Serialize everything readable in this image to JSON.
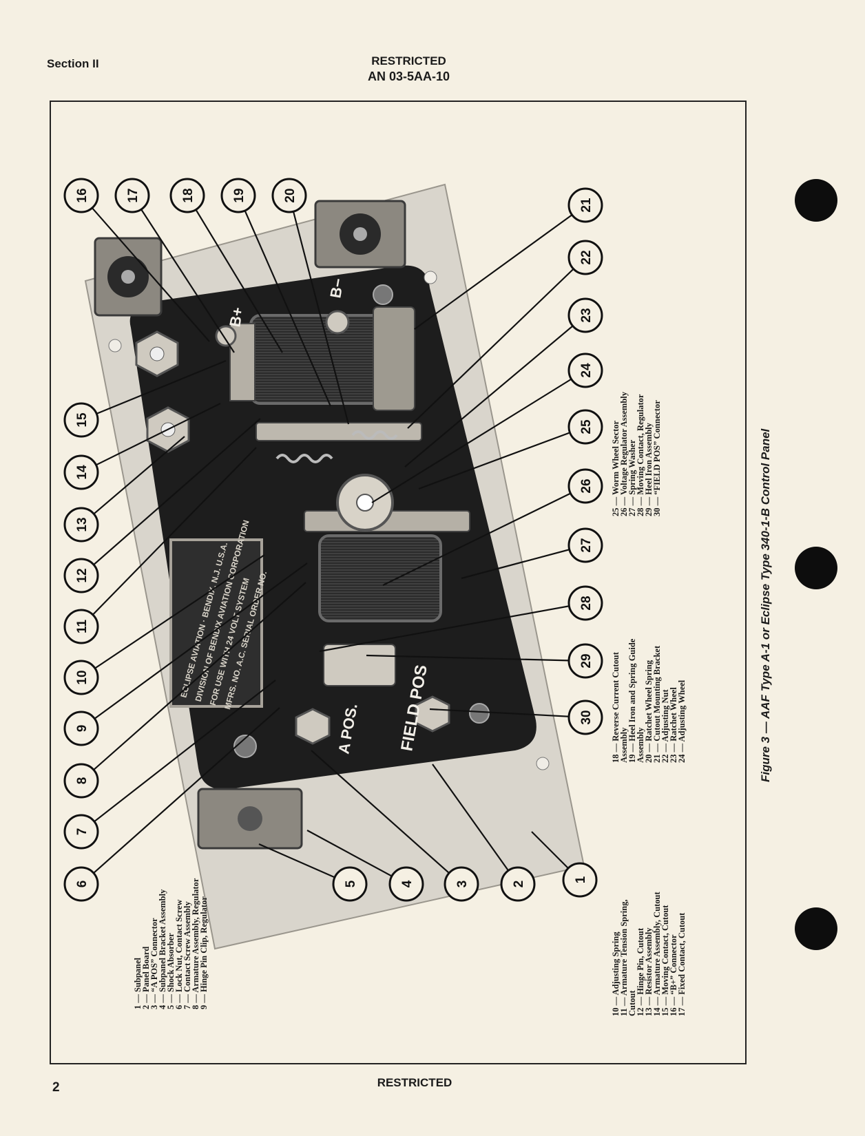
{
  "header": {
    "section": "Section II",
    "restricted": "RESTRICTED",
    "doc_number": "AN 03-5AA-10"
  },
  "footer": {
    "page_number": "2",
    "restricted": "RESTRICTED"
  },
  "figure": {
    "caption": "Figure 3 — AAF Type A-1 or Eclipse Type 340-1-B Control Panel",
    "callouts": [
      "1",
      "2",
      "3",
      "4",
      "5",
      "6",
      "7",
      "8",
      "9",
      "10",
      "11",
      "12",
      "13",
      "14",
      "15",
      "16",
      "17",
      "18",
      "19",
      "20",
      "21",
      "22",
      "23",
      "24",
      "25",
      "26",
      "27",
      "28",
      "29",
      "30"
    ],
    "panel_markings": {
      "b_plus": "B+",
      "b_minus": "B−",
      "a_pos": "A POS.",
      "field_pos": "FIELD POS"
    },
    "nameplate": [
      "ECLIPSE AVIATION · BENDIX, N.J. U.S.A.",
      "DIVISION OF BENDIX AVIATION CORPORATION",
      "FOR USE WITH 24 VOLT SYSTEM",
      "MFRS. NO.   A.C. SERIAL   ORDER NO."
    ],
    "legend_col1": [
      "1 — Subpanel",
      "2 — Panel Board",
      "3 — “A POS” Connector",
      "4 — Subpanel Bracket Assembly",
      "5 — Shock Absorber",
      "6 — Lock Nut, Contact Screw",
      "7 — Contact Screw Assembly",
      "8 — Armature Assembly, Regulator",
      "9 — Hinge Pin Clip, Regulator"
    ],
    "legend_col2": [
      "10 — Adjusting Spring",
      "11 — Armature Tension Spring,",
      "      Cutout",
      "12 — Hinge Pin, Cutout",
      "13 — Resistor Assembly",
      "14 — Armature Assembly, Cutout",
      "15 — Moving Contact, Cutout",
      "16 — “B+” Connector",
      "17 — Fixed Contact, Cutout"
    ],
    "legend_col3": [
      "18 — Reverse Current Cutout",
      "      Assembly",
      "19 — Heel Iron and Spring Guide",
      "      Assembly",
      "20 — Ratchet Wheel Spring",
      "21 — Cutout Mounting Bracket",
      "22 — Adjusting Nut",
      "23 — Ratchet Wheel",
      "24 — Adjusting Wheel"
    ],
    "legend_col4": [
      "25 — Worm Wheel Sector",
      "26 — Voltage Regulator Assembly",
      "27 — Spring Washer",
      "28 — Moving Contact, Regulator",
      "29 — Heel Iron Assembly",
      "30 — “FIELD POS” Connector"
    ]
  }
}
